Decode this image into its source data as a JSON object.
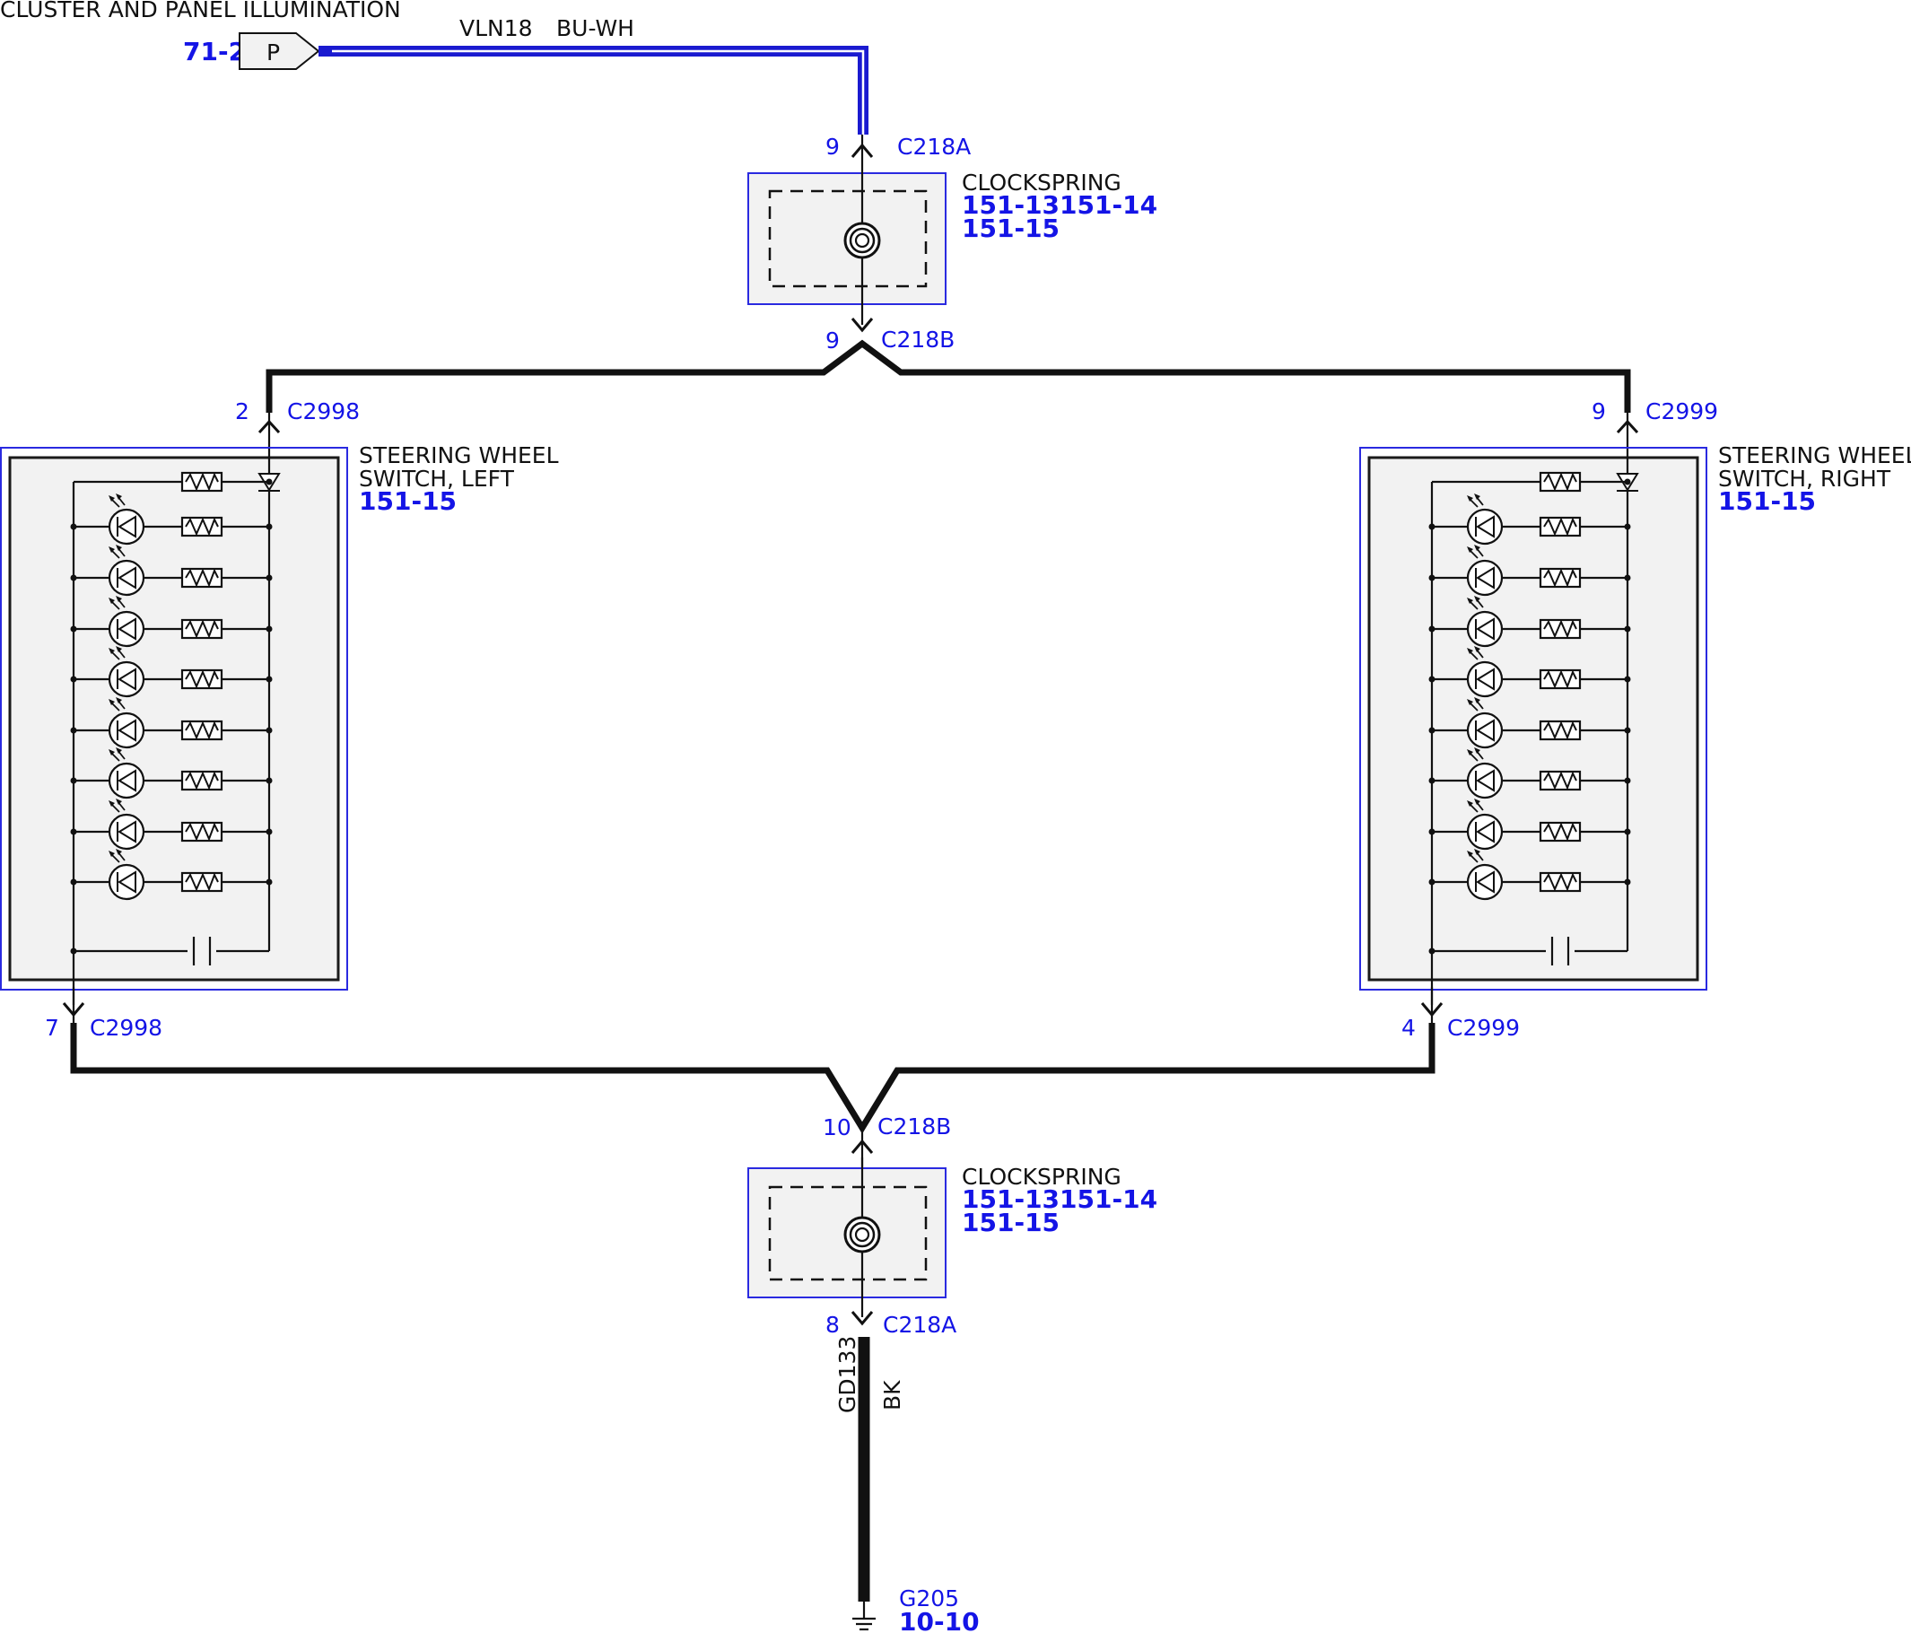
{
  "header": {
    "circuit_title": "CLUSTER AND PANEL ILLUMINATION",
    "connector_ref": "71-2",
    "connector_letter": "P"
  },
  "wires": {
    "top_circuit": "VLN18",
    "top_color": "BU-WH",
    "ground_circuit": "GD133",
    "ground_color": "BK"
  },
  "clockspring_top": {
    "name": "CLOCKSPRING",
    "ref1": "151-13151-14",
    "ref2": "151-15",
    "in_pin": "9",
    "in_connector": "C218A",
    "out_pin": "9",
    "out_connector": "C218B"
  },
  "clockspring_bottom": {
    "name": "CLOCKSPRING",
    "ref1": "151-13151-14",
    "ref2": "151-15",
    "in_pin": "10",
    "in_connector": "C218B",
    "out_pin": "8",
    "out_connector": "C218A"
  },
  "switch_left": {
    "name_line1": "STEERING WHEEL",
    "name_line2": "SWITCH, LEFT",
    "ref": "151-15",
    "top_pin": "2",
    "top_connector": "C2998",
    "bottom_pin": "7",
    "bottom_connector": "C2998"
  },
  "switch_right": {
    "name_line1": "STEERING WHEEL",
    "name_line2": "SWITCH, RIGHT",
    "ref": "151-15",
    "top_pin": "9",
    "top_connector": "C2999",
    "bottom_pin": "4",
    "bottom_connector": "C2999"
  },
  "ground": {
    "name": "G205",
    "ref": "10-10"
  },
  "colors": {
    "reference_blue": "#1414e6",
    "wire_blue": "#1a1ad0",
    "frame_blue": "#2a2ae0",
    "component_fill": "#f2f2f2",
    "wire_black": "#111111"
  }
}
